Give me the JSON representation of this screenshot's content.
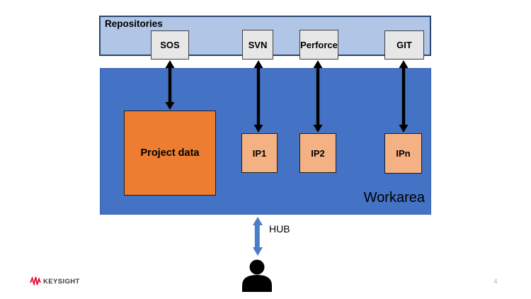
{
  "slide": {
    "page_number": "4"
  },
  "branding": {
    "name": "KEYSIGHT",
    "accent_color": "#E90029"
  },
  "repositories": {
    "label": "Repositories",
    "fill": "#B1C5E7",
    "border_color": "#2B4570",
    "item_fill": "#E7E7E7",
    "items": [
      {
        "label": "SOS"
      },
      {
        "label": "SVN"
      },
      {
        "label": "Perforce"
      },
      {
        "label": "GIT"
      }
    ]
  },
  "workarea": {
    "label": "Workarea",
    "fill": "#4472C4",
    "project_box": {
      "label": "Project data",
      "fill": "#ED7D31"
    },
    "ip_boxes": [
      {
        "label": "IP1"
      },
      {
        "label": "IP2"
      },
      {
        "label": "IPn"
      }
    ],
    "ip_fill": "#F4B183"
  },
  "hub": {
    "label": "HUB",
    "arrow_color": "#4A7EC8"
  },
  "connections": {
    "arrow_color": "#000000",
    "links": [
      {
        "from": "SOS",
        "to": "Project data"
      },
      {
        "from": "SVN",
        "to": "IP1"
      },
      {
        "from": "Perforce",
        "to": "IP2"
      },
      {
        "from": "GIT",
        "to": "IPn"
      },
      {
        "from": "Workarea",
        "to": "user",
        "via": "HUB"
      }
    ]
  }
}
